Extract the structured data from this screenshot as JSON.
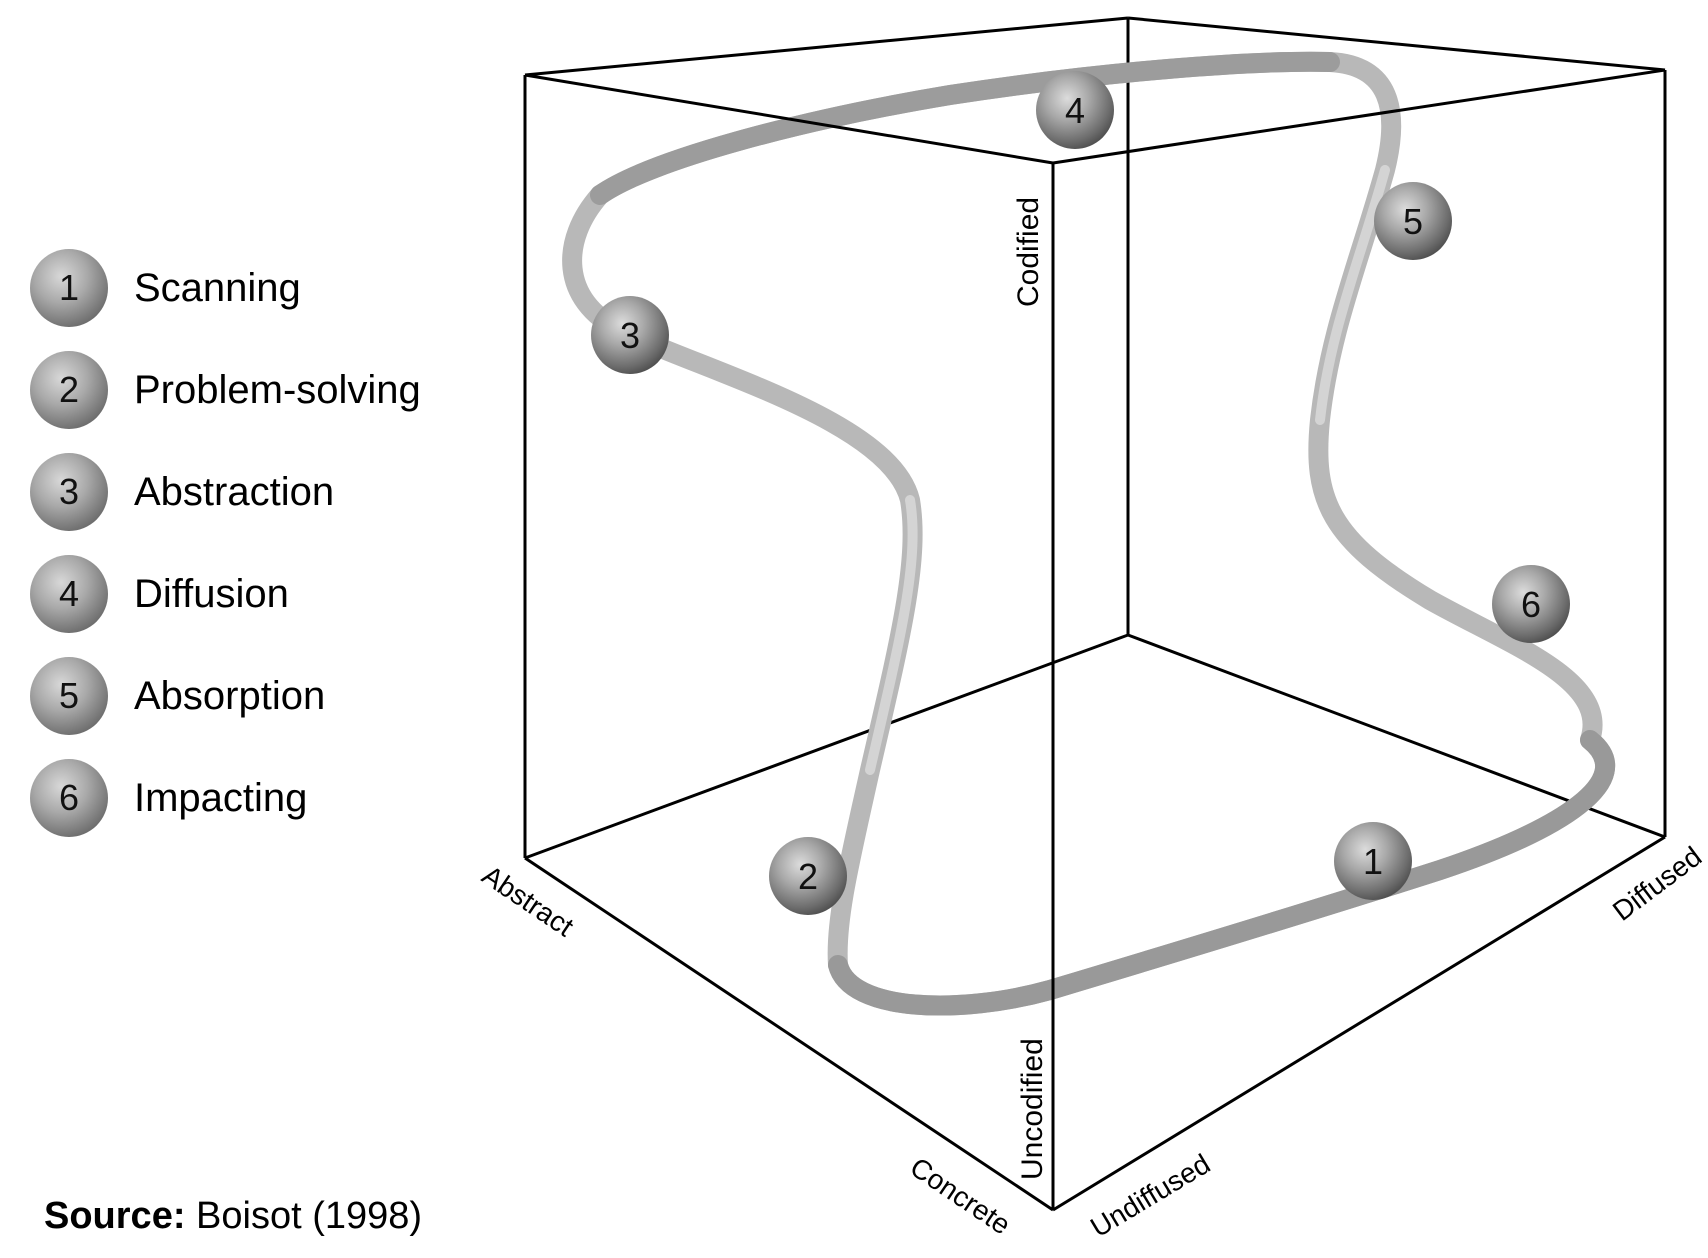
{
  "legend": {
    "items": [
      {
        "number": "1",
        "label": "Scanning"
      },
      {
        "number": "2",
        "label": "Problem-solving"
      },
      {
        "number": "3",
        "label": "Abstraction"
      },
      {
        "number": "4",
        "label": "Diffusion"
      },
      {
        "number": "5",
        "label": "Absorption"
      },
      {
        "number": "6",
        "label": "Impacting"
      }
    ]
  },
  "axes": {
    "codified": "Codified",
    "uncodified": "Uncodified",
    "abstract": "Abstract",
    "concrete": "Concrete",
    "undiffused": "Undiffused",
    "diffused": "Diffused"
  },
  "markers": [
    "1",
    "2",
    "3",
    "4",
    "5",
    "6"
  ],
  "source": {
    "label": "Source:",
    "text": "Boisot (1998)"
  },
  "colors": {
    "ribbon": "#a8a8a8",
    "ribbon_light": "#d2d2d2",
    "edge": "#000000"
  }
}
